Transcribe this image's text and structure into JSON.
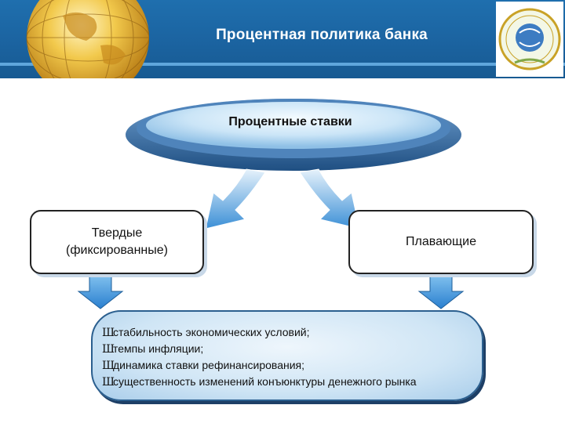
{
  "slide": {
    "title": "Процентная политика банка"
  },
  "diagram": {
    "center": "Процентные ставки",
    "left_box": "Твердые (фиксированные)",
    "right_box": "Плавающие",
    "factors": [
      {
        "bullet": "Ш",
        "text": "стабильность экономических условий;"
      },
      {
        "bullet": "Ш",
        "text": "темпы инфляции;"
      },
      {
        "bullet": "Ш",
        "text": "динамика ставки рефинансирования;"
      },
      {
        "bullet": "Ш",
        "text": "существенность изменений конъюнктуры денежного рынка"
      }
    ]
  },
  "icons": {
    "globe": "globe-icon",
    "emblem": "emblem-icon"
  },
  "colors": {
    "header": "#1b63a0",
    "ellipse_outer": "#2a5a8c",
    "ellipse_inner": "#bcdcf4",
    "arrow": "#3b8fd6"
  }
}
